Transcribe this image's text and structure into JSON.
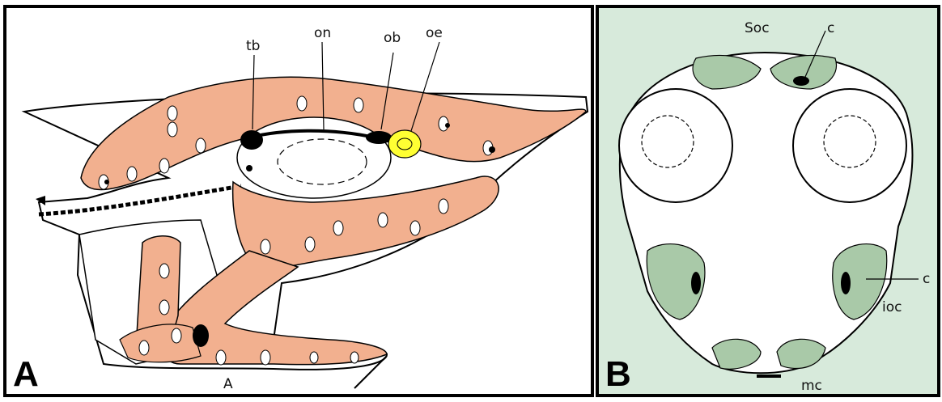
{
  "panels": [
    {
      "letter": "A",
      "labels": {
        "tb": "tb",
        "on": "on",
        "ob": "ob",
        "oe": "oe",
        "bottom": "A"
      },
      "colors": {
        "ligament": "#f2b08f",
        "eye": "#ffffff",
        "olfactory_epithelium": "#ffff33",
        "nerve": "#000000",
        "background": "#ffffff"
      }
    },
    {
      "letter": "B",
      "labels": {
        "soc": "Soc",
        "c_top": "c",
        "c_right": "c",
        "ioc": "ioc",
        "mc": "mc"
      },
      "colors": {
        "canal": "#a9c9a8",
        "background": "#d7eadb",
        "eye": "#ffffff"
      }
    }
  ]
}
